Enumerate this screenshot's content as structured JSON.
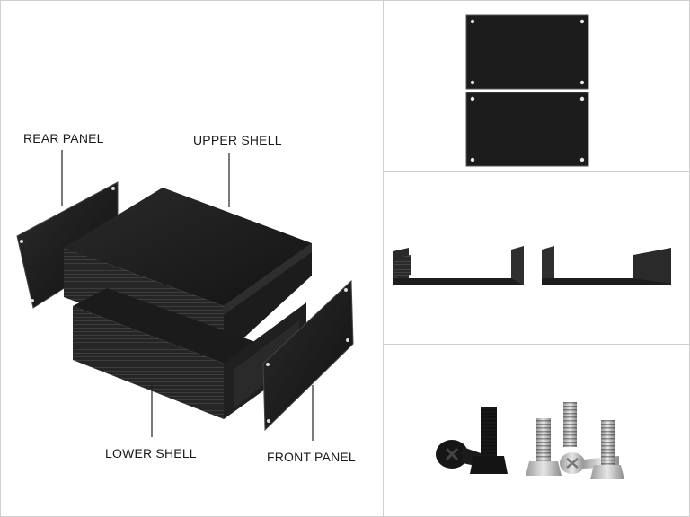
{
  "labels": {
    "rear_panel": "REAR PANEL",
    "upper_shell": "UPPER SHELL",
    "lower_shell": "LOWER SHELL",
    "front_panel": "FRONT PANEL"
  },
  "colors": {
    "enclosure_dark": "#1e1e1e",
    "enclosure_edge": "#3a3a3a",
    "screw_black": "#151515",
    "screw_steel": "#c8c8c8",
    "divider": "#cfcfcf"
  },
  "components": [
    "exploded-enclosure-diagram",
    "end-panels-photo",
    "shell-halves-photo",
    "screws-photo"
  ]
}
